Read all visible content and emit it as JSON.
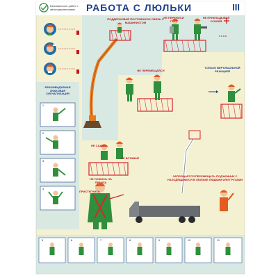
{
  "poster": {
    "title": "РАБОТА С ЛЮЛЬКИ",
    "numeral": "III",
    "header_caption": "Безопасность работ с автоподъемниками"
  },
  "labels": {
    "contact": "ПОДДЕРЖИВАЙ ПОСТОЯННУЮ СВЯЗЬ С МАШИНИСТОМ",
    "hold_loads": "НЕ ПЕРЕНОСИ ГРУЗ",
    "no_effort": "НЕ ПРИКЛАДЫВАЙ УСИЛИЙ",
    "no_move": "НЕ ПЕРЕМЕЩАЙСЯ",
    "no_sit": "НЕ САДИСЬ",
    "no_stand": "НЕ ВСТАВАЙ",
    "no_railing": "НЕ ЛОЖИСЬ НА ПЕРИЛА",
    "fasten": "ПРИСТЕГНИСЬ",
    "signals_heading": "РЕКОМЕНДУЕМАЯ ЗНАКОВАЯ СИГНАЛИЗАЦИЯ",
    "forbidden_move": "ЗАПРЕЩАЕТСЯ ПЕРЕМЕЩАТЬ ПОДЪЕМНИК С НАХОДЯЩИМИСЯ В ЛЮЛЬКЕ ЛЮДЬМИ ИЛИ ГРУЗАМИ",
    "vertical": "ТОЛЬКО ВЕРТИКАЛЬНОЙ РЕАКЦИЕЙ"
  },
  "panel_numbers": [
    "1",
    "2",
    "3",
    "4",
    "5",
    "6",
    "7",
    "8",
    "9",
    "10",
    "11"
  ],
  "colors": {
    "background": "#f3f1d2",
    "lane": "#bfe1ef",
    "boom": "#e87a1e",
    "workwear": "#2f8f3c",
    "helmet": "#e55a1e",
    "cradle": "#d8262c",
    "accent_blue": "#1b3c8a",
    "truck": "#666c70"
  }
}
